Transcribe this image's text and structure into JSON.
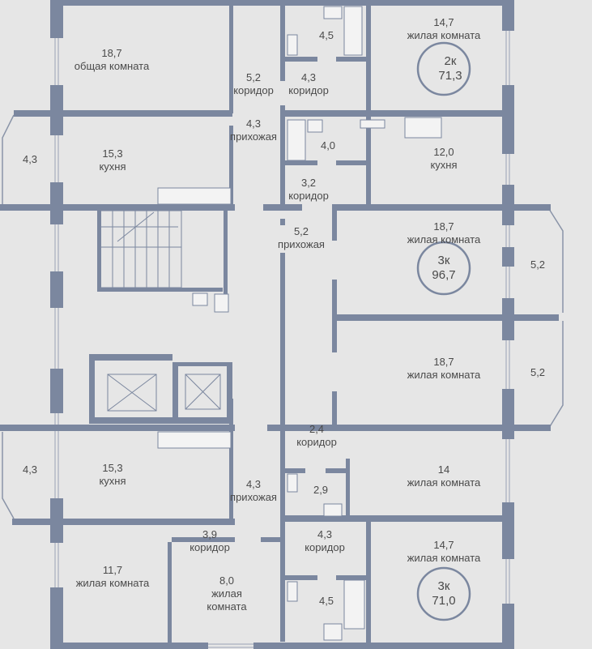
{
  "colors": {
    "wall": "#7b879f",
    "background": "#e6e6e6",
    "text": "#4a4a4a"
  },
  "apartments": [
    {
      "rooms": "2к",
      "area": "71,3"
    },
    {
      "rooms": "3к",
      "area": "96,7"
    },
    {
      "rooms": "3к",
      "area": "71,0"
    }
  ],
  "rooms": [
    {
      "area": "18,7",
      "name": "общая комната"
    },
    {
      "area": "5,2",
      "name": "коридор"
    },
    {
      "area": "4,5",
      "name": ""
    },
    {
      "area": "4,3",
      "name": "коридор"
    },
    {
      "area": "14,7",
      "name": "жилая комната"
    },
    {
      "area": "4,3",
      "name": "прихожая"
    },
    {
      "area": "4,3",
      "name": ""
    },
    {
      "area": "15,3",
      "name": "кухня"
    },
    {
      "area": "4,0",
      "name": ""
    },
    {
      "area": "12,0",
      "name": "кухня"
    },
    {
      "area": "3,2",
      "name": "коридор"
    },
    {
      "area": "5,2",
      "name": "прихожая"
    },
    {
      "area": "18,7",
      "name": "жилая комната"
    },
    {
      "area": "5,2",
      "name": ""
    },
    {
      "area": "18,7",
      "name": "жилая комната"
    },
    {
      "area": "5,2",
      "name": ""
    },
    {
      "area": "2,4",
      "name": "коридор"
    },
    {
      "area": "4,3",
      "name": ""
    },
    {
      "area": "15,3",
      "name": "кухня"
    },
    {
      "area": "14",
      "name": "жилая комната"
    },
    {
      "area": "2,9",
      "name": ""
    },
    {
      "area": "4,3",
      "name": "прихожая"
    },
    {
      "area": "3,9",
      "name": "коридор"
    },
    {
      "area": "4,3",
      "name": "коридор"
    },
    {
      "area": "14,7",
      "name": "жилая комната"
    },
    {
      "area": "11,7",
      "name": "жилая комната"
    },
    {
      "area": "8,0",
      "name": "жилая",
      "name2": "комната"
    },
    {
      "area": "4,5",
      "name": ""
    }
  ]
}
